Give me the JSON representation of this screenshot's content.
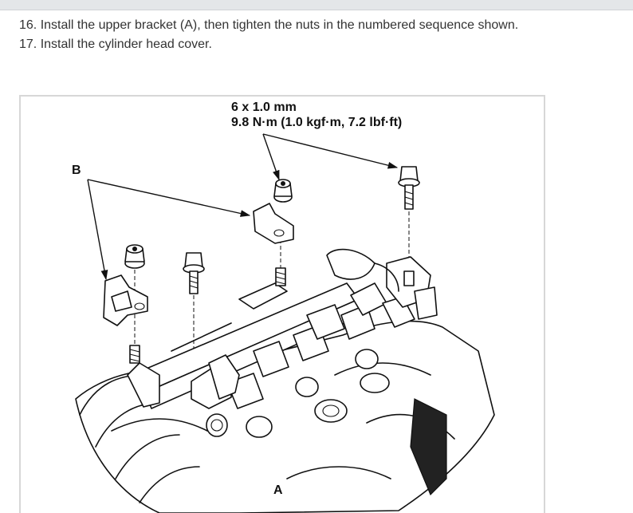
{
  "instructions": [
    "16. Install the upper bracket (A), then tighten the nuts in the numbered sequence shown.",
    "17. Install the cylinder head cover."
  ],
  "figure": {
    "spec_size": "6 x 1.0 mm",
    "spec_torque": "9.8 N·m (1.0 kgf·m, 7.2 lbf·ft)",
    "callout_b": "B",
    "callout_a": "A"
  }
}
